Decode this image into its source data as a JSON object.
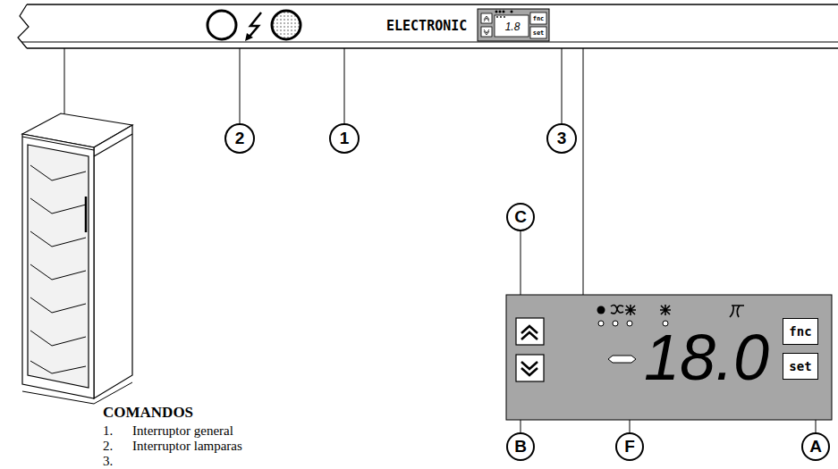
{
  "diagram": {
    "nodes": [
      {
        "text": [
          "fnc"
        ]
      },
      {
        "text": [
          "set"
        ]
      }
    ],
    "labels": [
      "2",
      "1",
      "ELECTRONIC",
      "1.8",
      "fnc",
      "set",
      "3",
      "C",
      "18.0",
      "B",
      "F",
      "A",
      "COMANDOS",
      "1.",
      "Interruptor general",
      "2.",
      "Interruptor lamparas",
      "3."
    ]
  }
}
